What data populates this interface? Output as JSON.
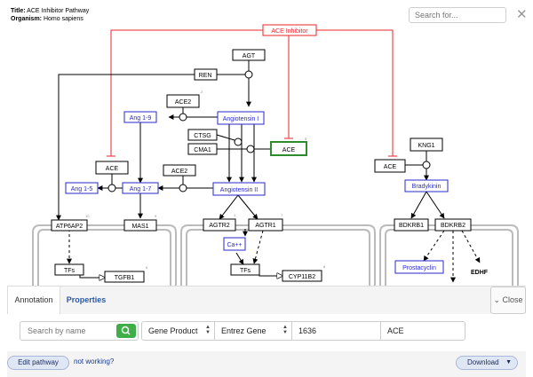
{
  "header": {
    "title_label": "Title:",
    "title_value": "ACE Inhibitor Pathway",
    "organism_label": "Organism:",
    "organism_value": "Homo sapiens",
    "search_placeholder": "Search for...",
    "close_glyph": "✕"
  },
  "diagram": {
    "nodes": {
      "ace_inhibitor": "ACE Inhibitor",
      "agt": "AGT",
      "ren": "REN",
      "ace2_top": "ACE2",
      "ang19": "Ang 1-9",
      "angiotensin1": "Angiotensin I",
      "ctsg": "CTSG",
      "cma1": "CMA1",
      "ace_center": "ACE",
      "ace_left": "ACE",
      "ang15": "Ang 1-5",
      "ang17": "Ang 1-7",
      "ace2_mid": "ACE2",
      "angiotensin2": "Angiotensin II",
      "kng1": "KNG1",
      "ace_right": "ACE",
      "bradykinin": "Bradykinin",
      "atp6ap2": "ATP6AP2",
      "mas1": "MAS1",
      "agtr2": "AGTR2",
      "agtr1": "AGTR1",
      "bdkrb1": "BDKRB1",
      "bdkrb2": "BDKRB2",
      "tfs_left": "TFs",
      "tgfb1": "TGFB1",
      "ca": "Ca++",
      "tfs_mid": "TFs",
      "cyp11b2": "CYP11B2",
      "prostacyclin": "Prostacyclin",
      "edhf": "EDHF"
    },
    "superscripts": {
      "ace2_top": "2",
      "ace_center": "5",
      "atp6ap2": "10",
      "mas1": "9",
      "agtr2": "1",
      "agtr1": "7",
      "tgfb1": "6",
      "cyp11b2": "8"
    },
    "colors": {
      "inhibitor": "#e8242a",
      "metabolite": "#2a2acc",
      "highlight": "#2e8b2e",
      "membrane": "#bbbbbb"
    }
  },
  "panel": {
    "tabs": [
      "Annotation",
      "Properties"
    ],
    "close_label": "Close",
    "search_placeholder": "Search by name",
    "search_icon": "search-icon",
    "id_type": "Gene Product",
    "id_source": "Entrez Gene",
    "id_value": "1636",
    "id_symbol": "ACE",
    "edit_label": "Edit pathway",
    "not_working": "not working?",
    "download_label": "Download"
  }
}
